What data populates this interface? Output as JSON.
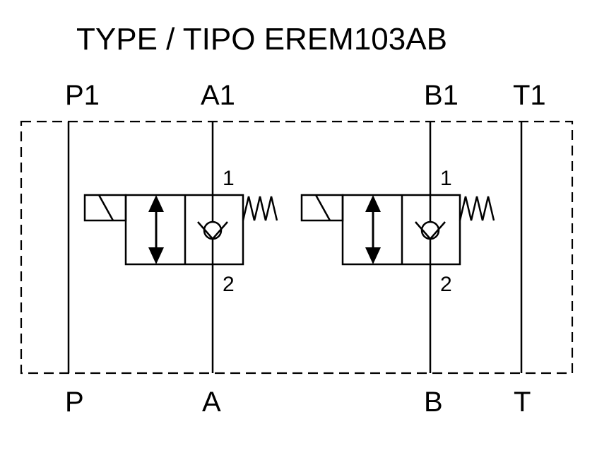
{
  "title": "TYPE / TIPO EREM103AB",
  "ports": {
    "p1": "P1",
    "a1": "A1",
    "b1": "B1",
    "t1": "T1",
    "p": "P",
    "a": "A",
    "b": "B",
    "t": "T"
  },
  "valve_a": {
    "inlet": "1",
    "outlet": "2"
  },
  "valve_b": {
    "inlet": "1",
    "outlet": "2"
  },
  "symbols": [
    "solenoid-icon",
    "double-arrow-icon",
    "check-valve-icon",
    "spring-icon"
  ],
  "colors": {
    "line": "#000000",
    "background": "#ffffff"
  }
}
